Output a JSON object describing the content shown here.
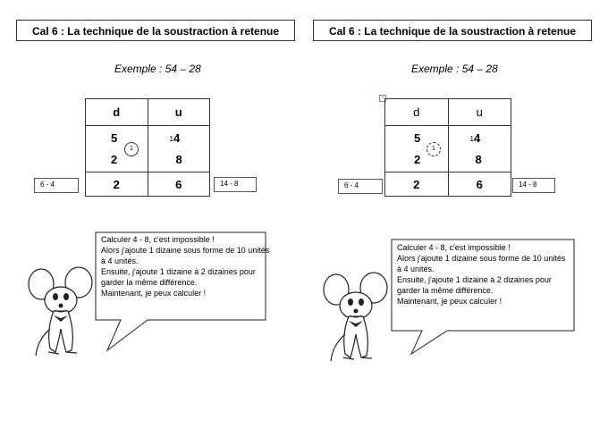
{
  "left": {
    "title": "Cal 6 : La technique de la soustraction à retenue",
    "example": "Exemple : 54 – 28",
    "table": {
      "headers": [
        "d",
        "u"
      ],
      "tens_top": "5",
      "tens_bottom": "2",
      "carry_circle": "1",
      "units_carry": "1",
      "units_top": "4",
      "units_bottom": "8",
      "result_tens": "2",
      "result_units": "6"
    },
    "left_note": "6 - 4",
    "right_note": "14 - 8",
    "bubble_lines": [
      "Calculer 4 - 8, c'est impossible !",
      "Alors j'ajoute 1 dizaine sous forme de 10 unités",
      "à 4 unités.",
      "Ensuite, j'ajoute 1 dizaine à 2 dizaines pour",
      "garder la même différence.",
      "Maintenant, je peux calculer !"
    ]
  },
  "right": {
    "title": "Cal 6 : La technique de la soustraction à retenue",
    "example": "Exemple : 54 – 28",
    "table": {
      "headers": [
        "d",
        "u"
      ],
      "tens_top": "5",
      "tens_bottom": "2",
      "carry_circle": "1",
      "units_carry": "1",
      "units_top": "4",
      "units_bottom": "8",
      "result_tens": "2",
      "result_units": "6"
    },
    "left_note": "6 - 4",
    "right_note": "14 - 8",
    "anchor_icon": "move-handle-icon",
    "bubble_lines": [
      "Calculer 4 - 8, c'est impossible !",
      "Alors j'ajoute 1 dizaine sous forme de 10 unités",
      "à 4 unités.",
      "Ensuite, j'ajoute 1 dizaine à 2 dizaines pour",
      "garder la même différence.",
      "Maintenant, je peux calculer !"
    ]
  }
}
